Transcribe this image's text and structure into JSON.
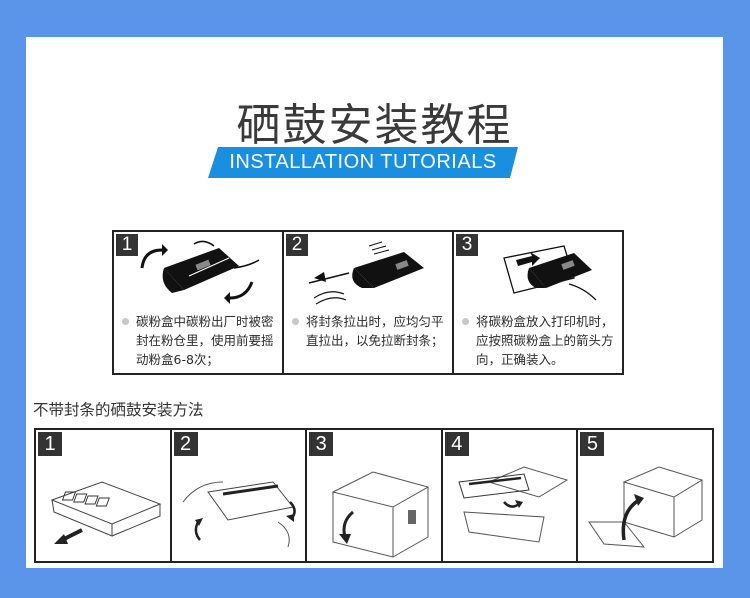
{
  "page": {
    "background_color": "#5b95ea",
    "panel_color": "#ffffff",
    "accent_color": "#1b8fdf"
  },
  "header": {
    "title": "硒鼓安装教程",
    "subtitle": "INSTALLATION TUTORIALS"
  },
  "sealed_steps": [
    {
      "number": "1",
      "illustration": "toner-cartridge-shaking",
      "text": "碳粉盒中碳粉出厂时被密封在粉仓里，使用前要摇动粉盒6-8次；"
    },
    {
      "number": "2",
      "illustration": "pull-seal-strip",
      "text": "将封条拉出时，应均匀平直拉出，以免拉断封条；"
    },
    {
      "number": "3",
      "illustration": "insert-cartridge-into-printer",
      "text": "将碳粉盒放入打印机时，应按照碳粉盒上的箭头方向，正确装入。"
    }
  ],
  "unsealed_section": {
    "heading": "不带封条的硒鼓安装方法",
    "steps": [
      {
        "number": "1",
        "illustration": "remove-cartridge-packaging"
      },
      {
        "number": "2",
        "illustration": "rock-drum-cartridge"
      },
      {
        "number": "3",
        "illustration": "open-printer-front-cover"
      },
      {
        "number": "4",
        "illustration": "insert-drum-into-printer"
      },
      {
        "number": "5",
        "illustration": "close-printer-front-cover"
      }
    ]
  }
}
